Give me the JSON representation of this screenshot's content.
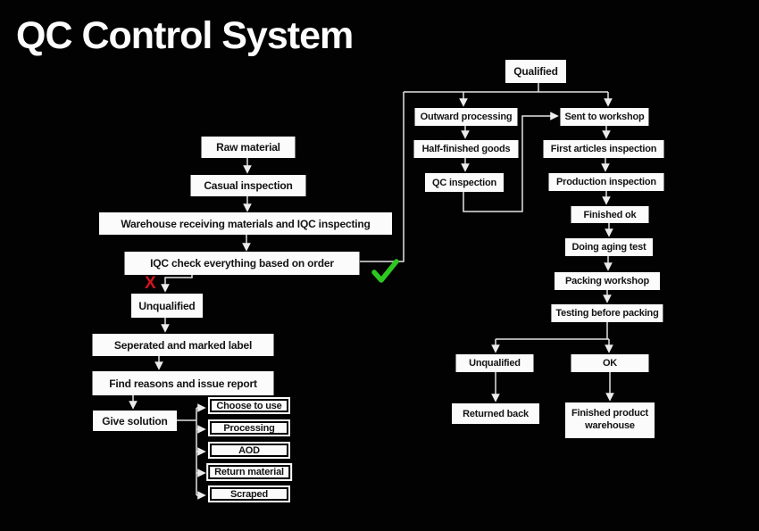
{
  "title": "QC Control System",
  "colors": {
    "background": "#020202",
    "box_fill": "#fbfbfb",
    "box_text": "#141414",
    "connector": "#e3e3e3",
    "pass_green": "#2ec71f",
    "fail_red": "#d41420"
  },
  "marks": {
    "fail_label": "X",
    "pass_icon": "check-mark"
  },
  "nodes": {
    "raw_material": {
      "label": "Raw material"
    },
    "casual_inspection": {
      "label": "Casual inspection"
    },
    "warehouse": {
      "label": "Warehouse receiving materials and IQC inspecting"
    },
    "iqc_check": {
      "label": "IQC check everything based on order"
    },
    "unqualified_left": {
      "label": "Unqualified"
    },
    "seperated": {
      "label": "Seperated and marked label"
    },
    "find_reasons": {
      "label": "Find reasons and issue report"
    },
    "give_solution": {
      "label": "Give solution"
    },
    "choose_to_use": {
      "label": "Choose to use"
    },
    "processing": {
      "label": "Processing"
    },
    "aod": {
      "label": "AOD"
    },
    "return_material": {
      "label": "Return material"
    },
    "scraped": {
      "label": "Scraped"
    },
    "qualified": {
      "label": "Qualified"
    },
    "outward_processing": {
      "label": "Outward processing"
    },
    "half_finished": {
      "label": "Half-finished goods"
    },
    "qc_inspection": {
      "label": "QC inspection"
    },
    "sent_to_workshop": {
      "label": "Sent to workshop"
    },
    "first_articles": {
      "label": "First articles inspection"
    },
    "production_inspection": {
      "label": "Production inspection"
    },
    "finished_ok": {
      "label": "Finished ok"
    },
    "doing_aging_test": {
      "label": "Doing aging test"
    },
    "packing_workshop": {
      "label": "Packing workshop"
    },
    "testing_before_packing": {
      "label": "Testing before packing"
    },
    "unqualified_right": {
      "label": "Unqualified"
    },
    "ok": {
      "label": "OK"
    },
    "returned_back": {
      "label": "Returned back"
    },
    "finished_product": {
      "label": "Finished product warehouse"
    }
  }
}
